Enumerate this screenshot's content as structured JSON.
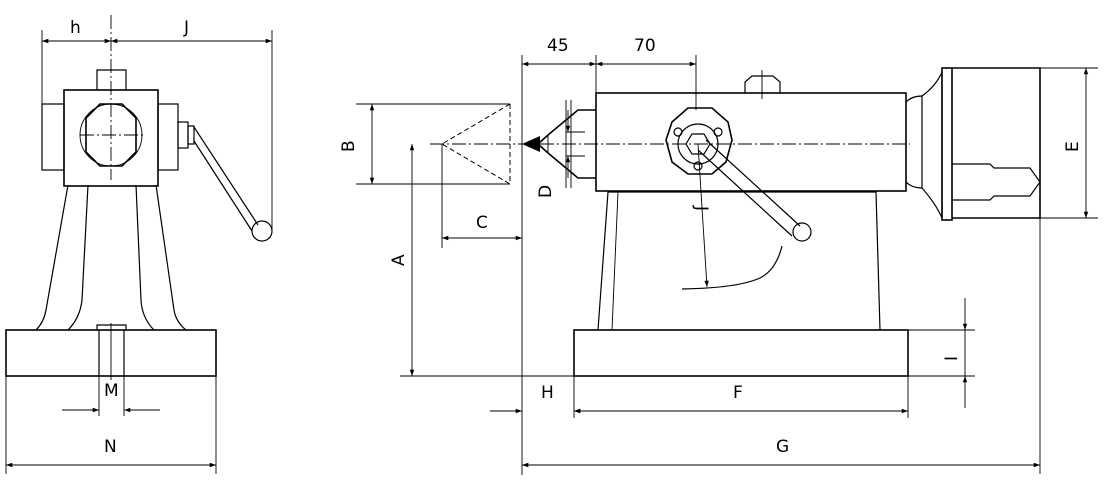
{
  "labels": {
    "h": "h",
    "J_top": "J",
    "M": "M",
    "N": "N",
    "B": "B",
    "A": "A",
    "C": "C",
    "D": "D",
    "dim_45": "45",
    "dim_70": "70",
    "J_arm": "J",
    "E": "E",
    "H": "H",
    "F": "F",
    "I": "I",
    "G": "G"
  }
}
